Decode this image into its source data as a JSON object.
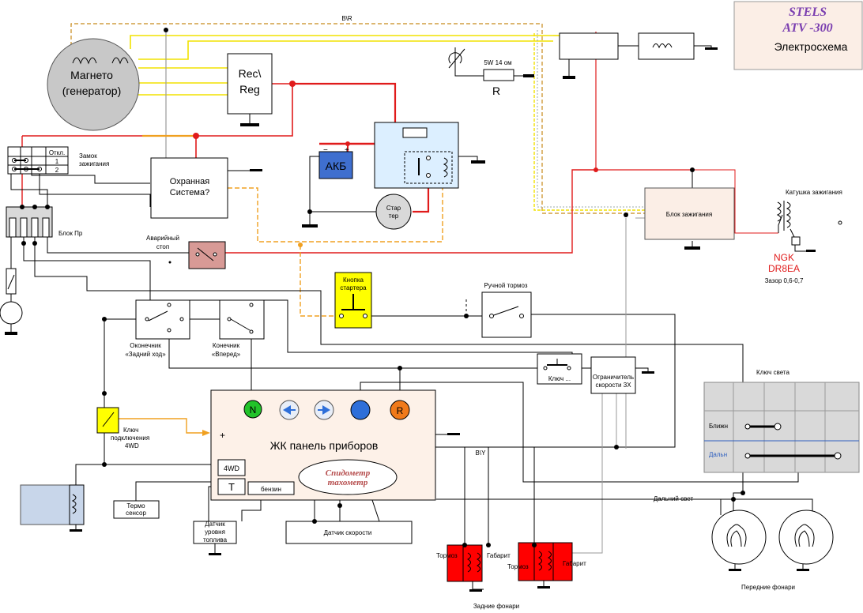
{
  "title": {
    "brand": "STELS",
    "model": "ATV -300",
    "subtitle": "Электросхема"
  },
  "labels": {
    "wire_top": "B\\R",
    "magneto_line1": "Магнето",
    "magneto_line2": "(генератор)",
    "regulator_line1": "Rec\\",
    "regulator_line2": "Reg",
    "resistor_rating": "5W 14  ом",
    "resistor_name": "R",
    "ignition_lock_line1": "Замок",
    "ignition_lock_line2": "зажигания",
    "lock_table_header": "Откл.",
    "lock_table_row1": "1",
    "lock_table_row2": "2",
    "alarm_line1": "Охранная",
    "alarm_line2": "Система?",
    "battery": "АКБ",
    "starter_line1": "Стар",
    "starter_line2": "тер",
    "fuse_block": "Блок Пр",
    "emergency_line1": "Аварийный",
    "emergency_line2": "стоп",
    "ignition_unit": "Блок зажигания",
    "coil": "Катушка зажигания",
    "spark_plug_line1": "NGK",
    "spark_plug_line2": "DR8EA",
    "spark_gap": "Зазор 0,6-0,7",
    "start_button_line1": "Кнопка",
    "start_button_line2": "стартера",
    "parking_brake": "Ручной тормоз",
    "reverse_switch_line1": "Оконечник",
    "reverse_switch_line2": "«Задний ход»",
    "forward_switch_line1": "Конечник",
    "forward_switch_line2": "«Вперед»",
    "key_small": "Ключ ...",
    "speed_limiter_line1": "Ограничитель",
    "speed_limiter_line2": "скорости 3Х",
    "light_switch": "Ключ света",
    "light_low": "Ближн",
    "light_high": "Дальн",
    "high_beam": "Дальний свет",
    "front_lights": "Передние фонари",
    "indicator_n": "N",
    "indicator_r": "R",
    "panel": "ЖК панель приборов",
    "panel_plus": "+",
    "wire_by": "B\\Y",
    "speedo_line1": "Спидометр",
    "speedo_line2": "тахометр",
    "panel_4wd": "4WD",
    "panel_t": "T",
    "panel_fuel": "бензин",
    "speed_sensor": "Датчик скорости",
    "key_4wd_line1": "Ключ",
    "key_4wd_line2": "подключения",
    "key_4wd_line3": "4WD",
    "temp_line1": "Термо",
    "temp_line2": "сенсор",
    "fuel_sensor_line1": "Датчик",
    "fuel_sensor_line2": "уровня",
    "fuel_sensor_line3": "топлива",
    "rear_brake_left": "Тормоз",
    "rear_parking_left": "Габарит",
    "rear_brake_right": "Тормоз",
    "rear_parking_right": "Габарит",
    "rear_lights": "Задние фонари"
  },
  "colors": {
    "power_wire": "#e01b1b",
    "yellow_wire": "#f2e200",
    "orange_wire": "#f0a020",
    "dashed_wire": "#c88a1a",
    "gray_wire": "#9a9a9a",
    "title_text": "#7b3fb0",
    "title_box": "#fbeee6",
    "panel_fill": "#fdf1e8",
    "indicator_n": "#22c32a",
    "indicator_arrows": "#e8eef8",
    "indicator_blue": "#2e6fd9",
    "indicator_r": "#f07a1a",
    "relay_box": "#dcefff",
    "battery_fill": "#3f6fcf",
    "emergency_fill": "#d89a96",
    "start_button_fill": "#ffff00",
    "rear_lamp_fill": "#ff0000",
    "light_switch_fill": "#d9d9d9",
    "light_high_text": "#2e5fbf",
    "magneto_fill": "#c8c8c8",
    "speedo_text": "#b54b4b",
    "spark_plug_text": "#e01b1b"
  }
}
